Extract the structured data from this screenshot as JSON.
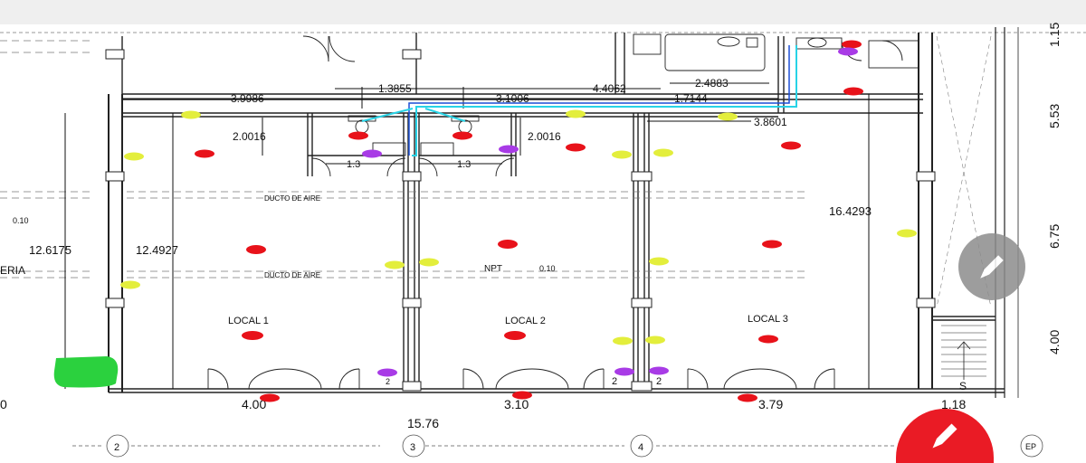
{
  "plan": {
    "dims_top": [
      "3.9986",
      "1.3855",
      "3.1006",
      "4.4062",
      "1.7144",
      "2.4883",
      "3.8601"
    ],
    "dims_inner": [
      "2.0016",
      "2.0016",
      "1.3",
      "1.3"
    ],
    "dims_vertical": [
      "12.6175",
      "12.4927",
      "16.4293"
    ],
    "right_dims": [
      "1.15",
      "5.53",
      "6.75",
      "4.00"
    ],
    "bottom_dims": [
      "4.00",
      "3.10",
      "3.79",
      "1.18"
    ],
    "total_width": "15.76",
    "left_edge_digit": "0",
    "ducto_label": "DUCTO DE AIRE",
    "npt_label": "NPT",
    "level_value": "0.10",
    "left_level_value": "0.10",
    "left_partial_text": "ERIA",
    "stair_label": "S",
    "locals": [
      "LOCAL 1",
      "LOCAL 2",
      "LOCAL 3"
    ],
    "axis_labels": [
      "2",
      "3",
      "4"
    ],
    "axis_partial": "EP",
    "marker_count": "2"
  },
  "colors": {
    "red": "#e8121a",
    "yellow": "#e3ee3c",
    "purple": "#a83be6",
    "cyan": "#27d3e6",
    "blue": "#1b4fd6",
    "green": "#2bd13e"
  },
  "fabs": {
    "grey": "pencil-icon",
    "red": "pencil-icon"
  }
}
